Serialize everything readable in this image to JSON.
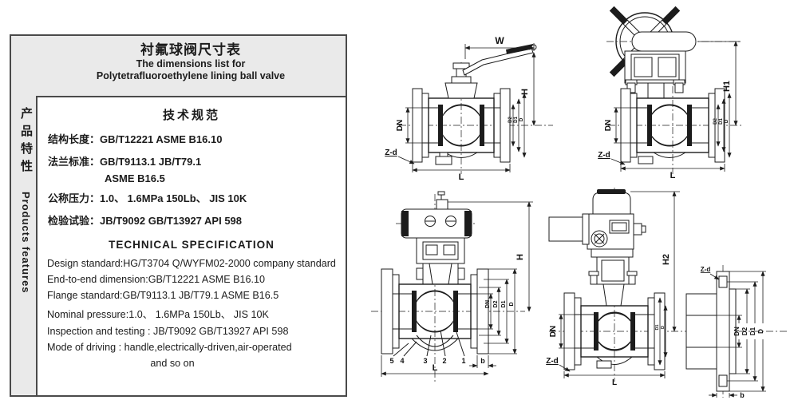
{
  "panel": {
    "title_zh": "衬氟球阀尺寸表",
    "subtitle_line1": "The dimensions list for",
    "subtitle_line2": "Polytetrafluoroethylene lining ball valve",
    "side_label_zh": "产品特性",
    "side_label_en": "Products features",
    "spec_zh": {
      "heading": "技术规范",
      "lines": [
        "结构长度：GB/T12221 ASME B16.10",
        "法兰标准：GB/T9113.1  JB/T79.1",
        "ASME B16.5",
        "公称压力：1.0、 1.6MPa 150Lb、 JIS 10K",
        "检验试验：JB/T9092  GB/T13927  API 598"
      ]
    },
    "spec_en": {
      "heading": "TECHNICAL SPECIFICATION",
      "lines": [
        "Design standard:HG/T3704 Q/WYFM02-2000 company standard",
        "End-to-end dimension:GB/T12221  ASME B16.10",
        "Flange standard:GB/T9113.1  JB/T79.1  ASME B16.5",
        "Nominal pressure:1.0、 1.6MPa  150Lb、 JIS 10K",
        "Inspection  and  testing : JB/T9092  GB/T13927  API 598",
        "Mode of driving : handle,electrically-driven,air-operated",
        "and so on"
      ]
    }
  },
  "dims": {
    "W": "W",
    "H": "H",
    "H1": "H1",
    "H2": "H2",
    "DN": "DN",
    "L": "L",
    "Zd": "Z-d",
    "D": "D",
    "D1": "D1",
    "D2": "D2",
    "b": "b"
  },
  "parts": [
    "5",
    "4",
    "3",
    "2",
    "1"
  ],
  "colors": {
    "ink": "#1c1c1c",
    "panel_bg": "#eaeaea",
    "paper": "#ffffff"
  }
}
